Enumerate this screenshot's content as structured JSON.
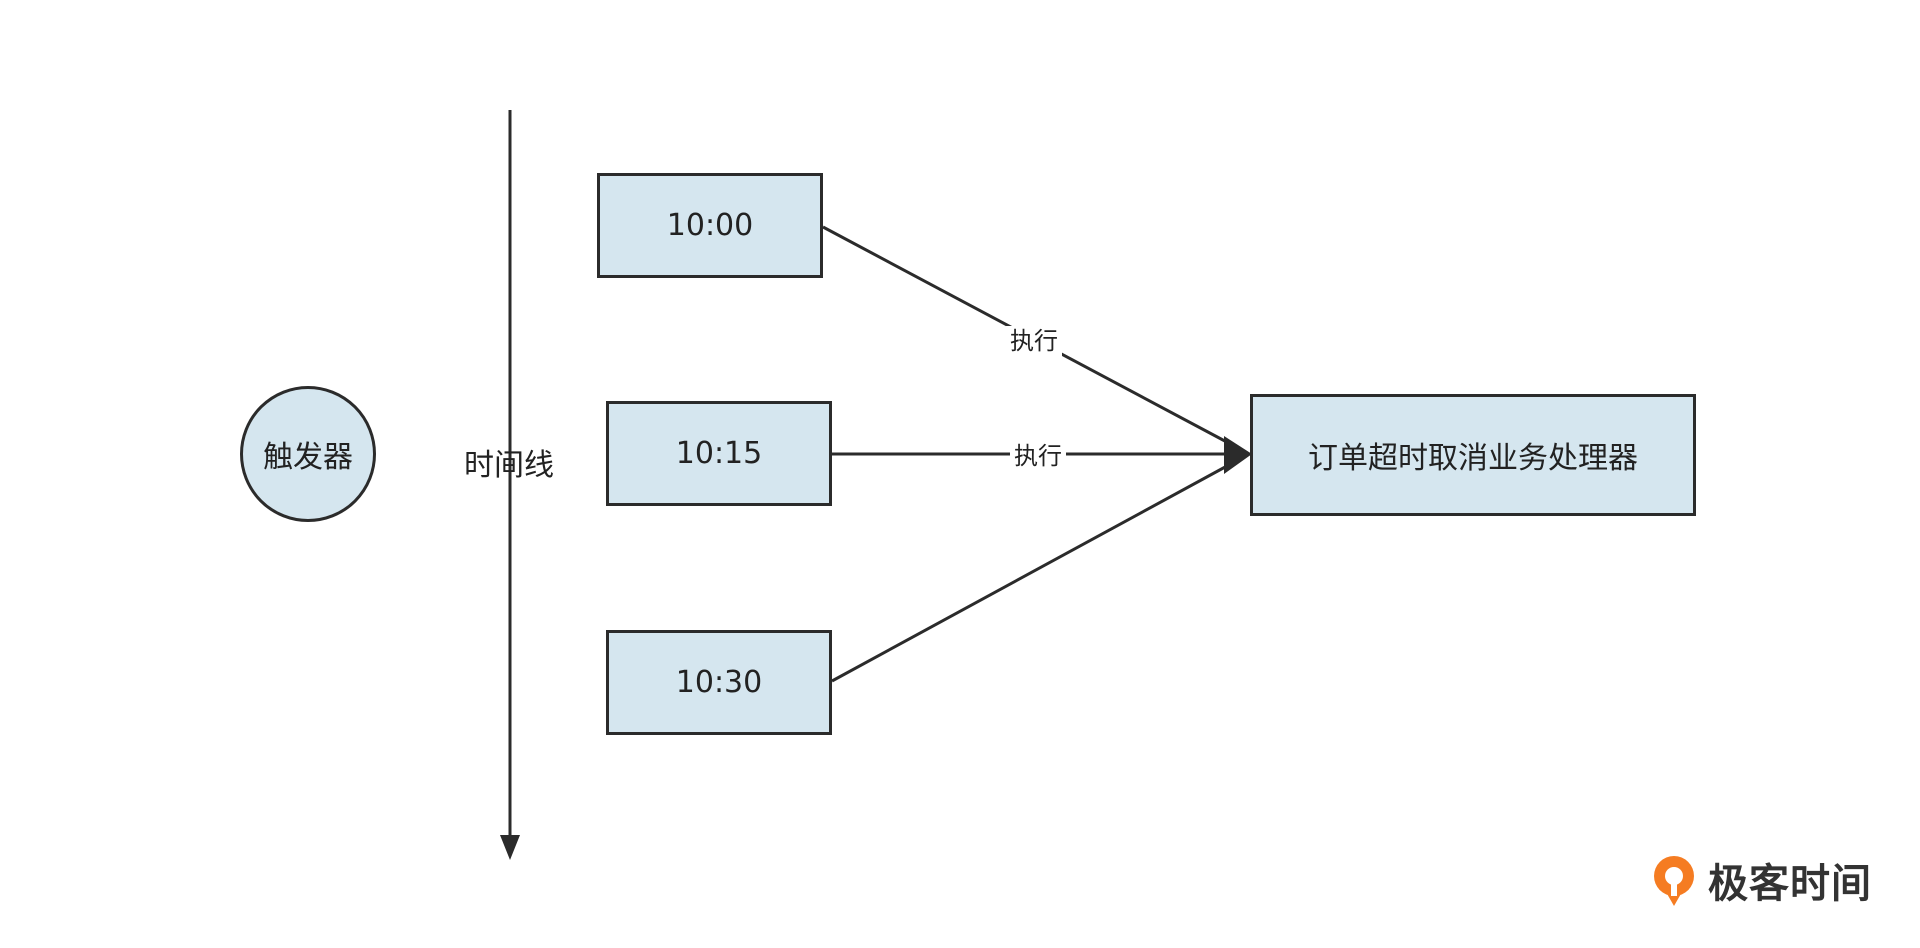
{
  "trigger": {
    "label": "触发器"
  },
  "timeline": {
    "label": "时间线"
  },
  "times": [
    {
      "label": "10:00"
    },
    {
      "label": "10:15"
    },
    {
      "label": "10:30"
    }
  ],
  "edges": [
    {
      "label": "执行"
    },
    {
      "label": "执行"
    }
  ],
  "handler": {
    "label": "订单超时取消业务处理器"
  },
  "logo": {
    "text": "极客时间",
    "accent": "#f57c22"
  },
  "colors": {
    "node_fill": "#d5e6ef",
    "stroke": "#2b2b2b"
  }
}
